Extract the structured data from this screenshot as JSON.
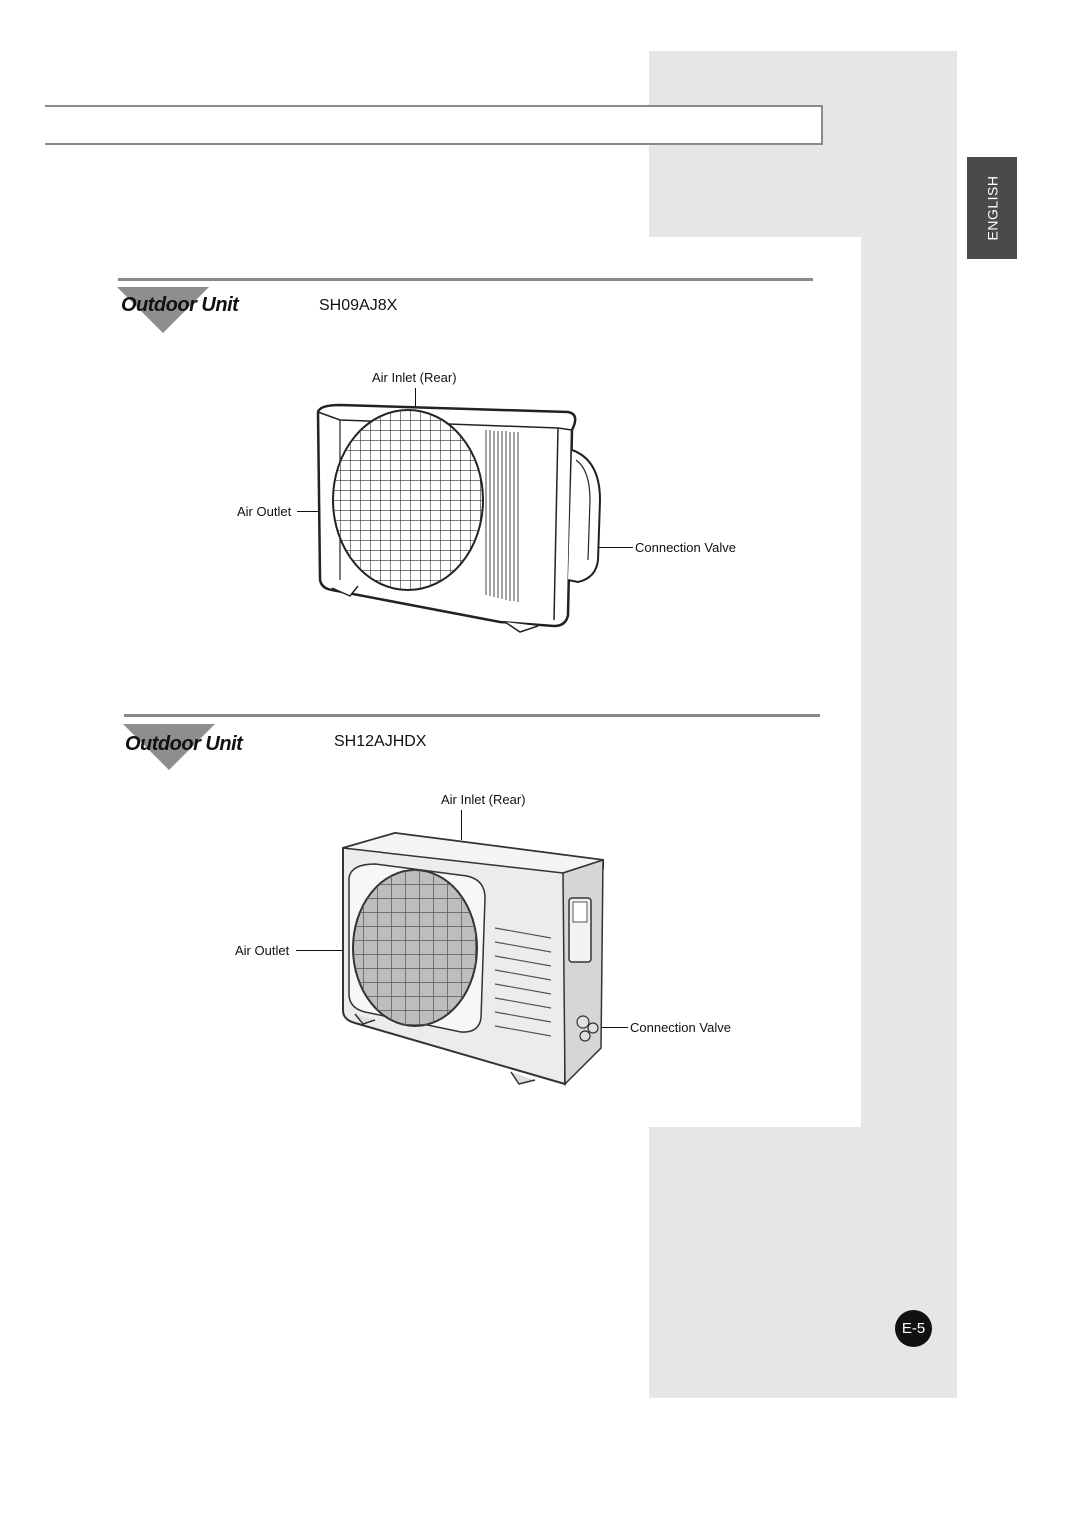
{
  "side_tab": {
    "language": "ENGLISH"
  },
  "sections": [
    {
      "title": "Outdoor Unit",
      "model": "SH09AJ8X",
      "labels": {
        "air_inlet": "Air Inlet (Rear)",
        "air_outlet": "Air Outlet",
        "connection_valve": "Connection Valve"
      }
    },
    {
      "title": "Outdoor Unit",
      "model": "SH12AJHDX",
      "labels": {
        "air_inlet": "Air Inlet (Rear)",
        "air_outlet": "Air Outlet",
        "connection_valve": "Connection Valve"
      }
    }
  ],
  "page_number": "E-5"
}
